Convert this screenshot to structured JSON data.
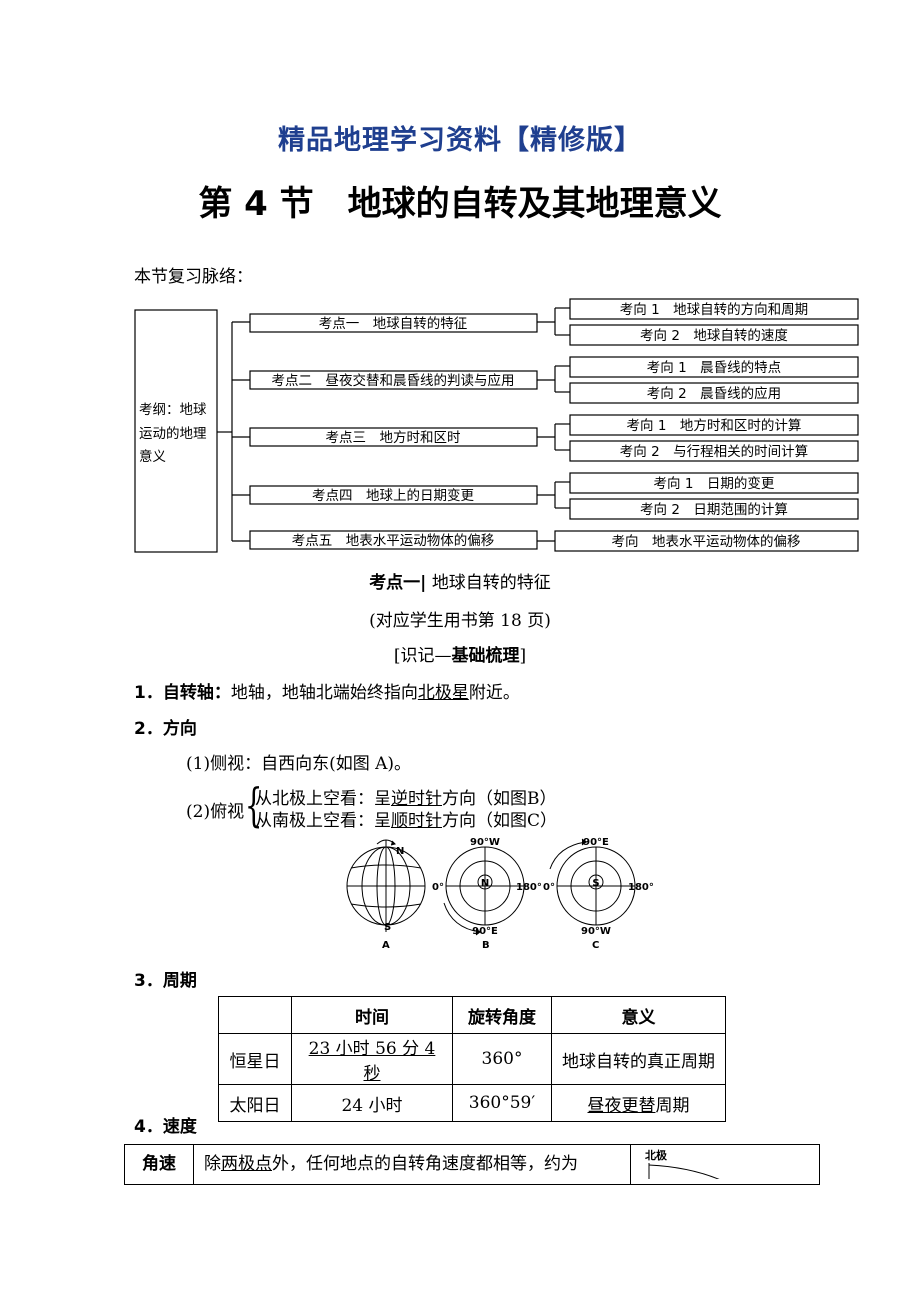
{
  "header": "精品地理学习资料【精修版】",
  "title": "第 4 节　地球的自转及其地理意义",
  "intro": "本节复习脉络：",
  "outline": {
    "root": [
      "考纲：地球",
      "运动的地理",
      "意义"
    ],
    "points": [
      {
        "label": "考点一　地球自转的特征",
        "items": [
          "考向 1　地球自转的方向和周期",
          "考向 2　地球自转的速度"
        ]
      },
      {
        "label": "考点二　昼夜交替和晨昏线的判读与应用",
        "items": [
          "考向 1　晨昏线的特点",
          "考向 2　晨昏线的应用"
        ]
      },
      {
        "label": "考点三　地方时和区时",
        "items": [
          "考向 1　地方时和区时的计算",
          "考向 2　与行程相关的时间计算"
        ]
      },
      {
        "label": "考点四　地球上的日期变更",
        "items": [
          "考向 1　日期的变更",
          "考向 2　日期范围的计算"
        ]
      },
      {
        "label": "考点五　地表水平运动物体的偏移",
        "items": [
          "考向　地表水平运动物体的偏移"
        ]
      }
    ]
  },
  "section": {
    "heading_num": "考点一|",
    "heading_text": "地球自转的特征",
    "ref": "(对应学生用书第 18 页)",
    "tag_prefix": "[识记—",
    "tag_bold": "基础梳理",
    "tag_suffix": "]"
  },
  "item1": {
    "num": "1．",
    "title": "自转轴：",
    "text_a": "地轴，地轴北端始终指向",
    "blank": "北极星",
    "text_b": "附近。"
  },
  "item2": {
    "num": "2．",
    "title": "方向",
    "side": "(1)侧视：自西向东(如图 A)。",
    "top_label": "(2)俯视",
    "top_north_a": "从北极上空看：呈",
    "top_north_blank": "逆时针",
    "top_north_b": "方向（如图B）",
    "top_south_a": "从南极上空看：呈",
    "top_south_blank": "顺时针",
    "top_south_b": "方向（如图C）"
  },
  "figure": {
    "A": {
      "label": "A",
      "n": "N",
      "s": "S"
    },
    "B": {
      "label": "B",
      "top": "90°W",
      "bottom": "90°E",
      "left": "0°",
      "right": "180°",
      "center": "N"
    },
    "C": {
      "label": "C",
      "top": "90°E",
      "bottom": "90°W",
      "left": "0°",
      "right": "180°",
      "center": "S"
    }
  },
  "item3": {
    "num": "3．",
    "title": "周期",
    "headers": [
      "",
      "时间",
      "旋转角度",
      "意义"
    ],
    "rows": [
      {
        "name": "恒星日",
        "time": "23 小时 56 分 4 秒",
        "angle": "360°",
        "meaning_a": "地球自转的真正周期",
        "meaning_blank": "",
        "meaning_b": ""
      },
      {
        "name": "太阳日",
        "time": "24 小时",
        "angle": "360°59′",
        "meaning_a": "",
        "meaning_blank": "昼夜更替",
        "meaning_b": "周期"
      }
    ]
  },
  "item4": {
    "num": "4．",
    "title": "速度",
    "row_head": "角速",
    "text_a": "除",
    "blank": "两极点",
    "text_b": "外，任何地点的自转角速度都相等，约为",
    "fig_label": "北极"
  }
}
